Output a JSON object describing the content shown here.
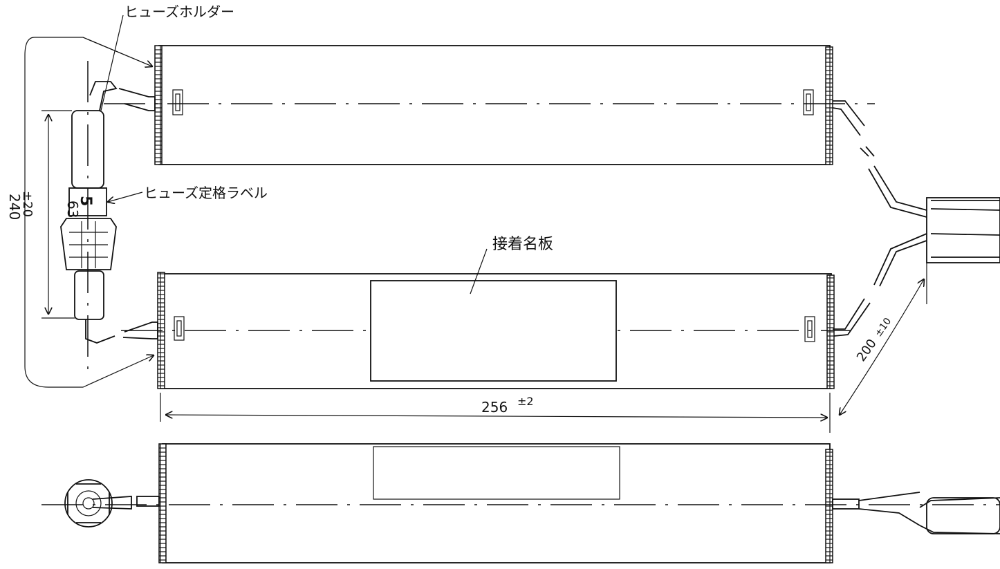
{
  "labels": {
    "fuse_holder": "ヒューズホルダー",
    "fuse_rating_label": "ヒューズ定格ラベル",
    "nameplate": "接着名板",
    "fuse_label_digit": "5"
  },
  "dimensions": {
    "overall": {
      "value": "240",
      "tolerance": "±20"
    },
    "holder": {
      "value": "63"
    },
    "length": {
      "value": "256",
      "tolerance": "±2"
    },
    "cord": {
      "value": "200",
      "tolerance": "±10"
    }
  }
}
